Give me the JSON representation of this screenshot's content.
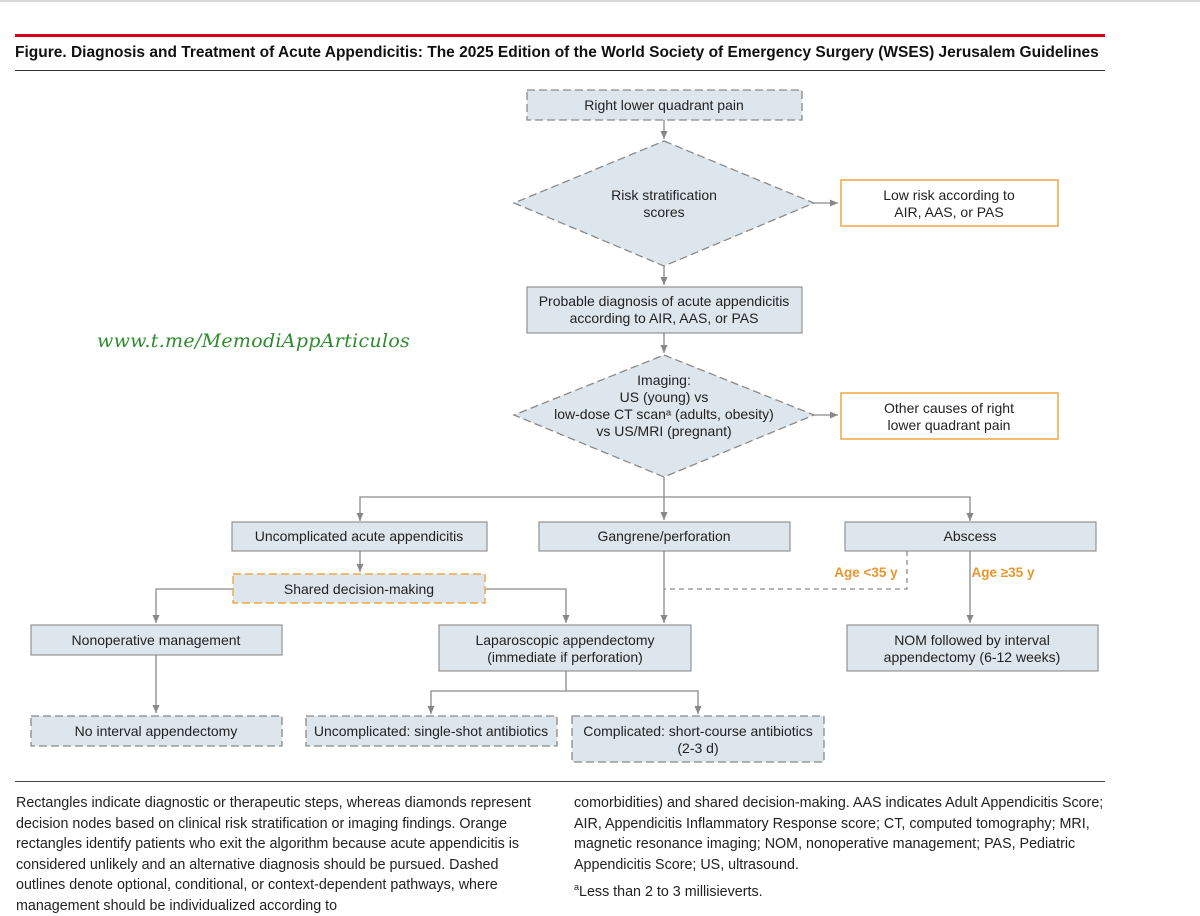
{
  "figure": {
    "title": "Figure. Diagnosis and Treatment of Acute Appendicitis: The 2025 Edition of the World Society of Emergency Surgery (WSES) Jerusalem Guidelines"
  },
  "watermark": "www.t.me/MemodiAppArticulos",
  "colors": {
    "accent_red": "#d6001c",
    "box_fill": "#dde6ec",
    "exit_orange": "#f0a545",
    "age_label": "#e8962e",
    "edge": "#888888"
  },
  "nodes": {
    "rlq_pain": "Right lower quadrant pain",
    "risk_scores": [
      "Risk stratification",
      "scores"
    ],
    "low_risk": [
      "Low risk according to",
      "AIR, AAS, or PAS"
    ],
    "probable_dx": [
      "Probable diagnosis of acute appendicitis",
      "according to AIR, AAS, or PAS"
    ],
    "imaging": [
      "Imaging:",
      "US (young) vs",
      "low-dose CT scanᵃ (adults, obesity)",
      "vs US/MRI (pregnant)"
    ],
    "other_causes": [
      "Other causes of right",
      "lower quadrant pain"
    ],
    "uncomplicated": "Uncomplicated acute appendicitis",
    "gangrene": "Gangrene/perforation",
    "abscess": "Abscess",
    "shared_decision": "Shared decision-making",
    "age_lt35": "Age <35 y",
    "age_ge35": "Age ≥35 y",
    "nonoperative": "Nonoperative management",
    "laparoscopic": [
      "Laparoscopic appendectomy",
      "(immediate if perforation)"
    ],
    "nom_interval": [
      "NOM followed by interval",
      "appendectomy (6-12 weeks)"
    ],
    "no_interval": "No interval appendectomy",
    "single_shot": "Uncomplicated: single-shot antibiotics",
    "short_course": [
      "Complicated: short-course antibiotics",
      "(2-3 d)"
    ]
  },
  "caption": {
    "left": "Rectangles indicate diagnostic or therapeutic steps, whereas diamonds represent decision nodes based on clinical risk stratification or imaging findings. Orange rectangles identify patients who exit the algorithm because acute appendicitis is considered unlikely and an alternative diagnosis should be pursued. Dashed outlines denote optional, conditional, or context-dependent pathways, where management should be individualized according to",
    "right": "comorbidities) and shared decision-making. AAS indicates Adult Appendicitis Score; AIR, Appendicitis Inflammatory Response score; CT, computed tomography; MRI, magnetic resonance imaging; NOM, nonoperative management; PAS, Pediatric Appendicitis Score; US, ultrasound.",
    "footnote_mark": "a",
    "footnote": "Less than 2 to 3 millisieverts."
  }
}
